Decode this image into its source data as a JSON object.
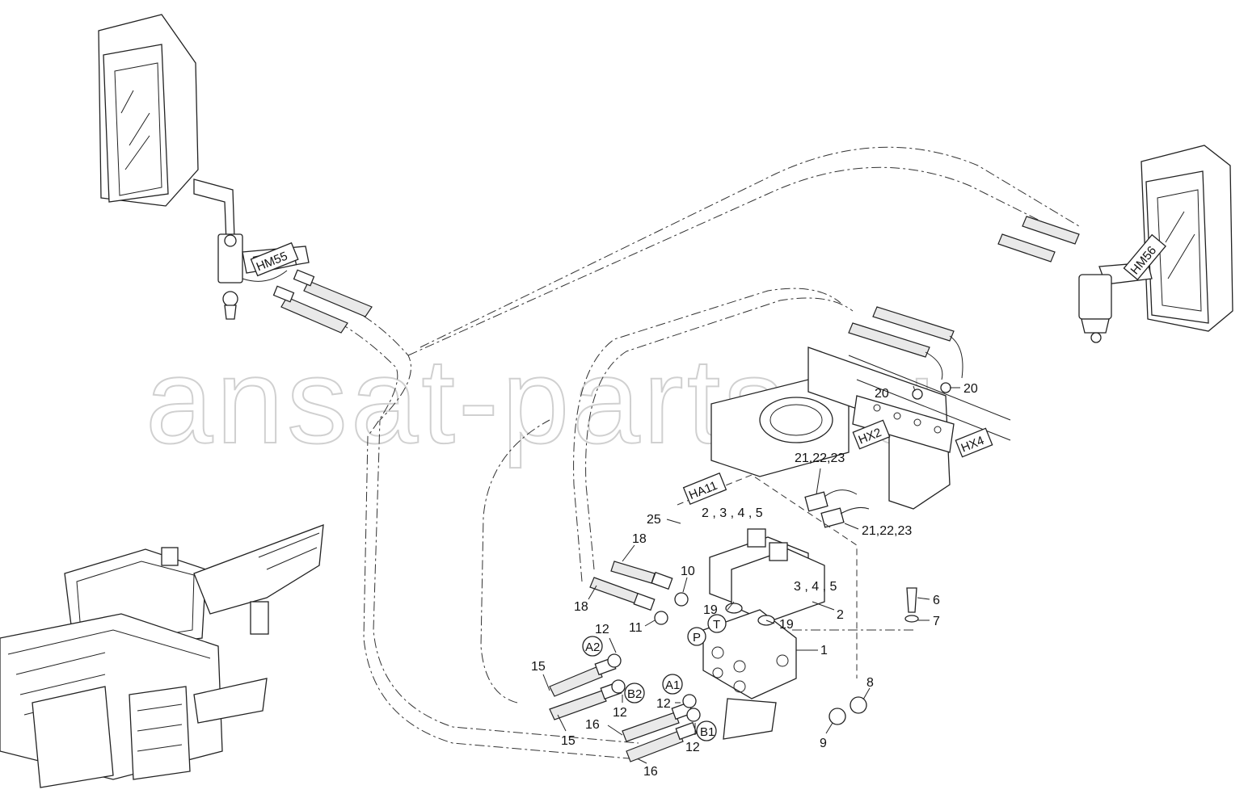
{
  "diagram": {
    "watermark": "ansat-parts.ru",
    "tags": {
      "hm55": "HM55",
      "hm56": "HM56",
      "hx2": "HX2",
      "hx4": "HX4",
      "ha11": "HA11"
    },
    "ports": {
      "a2": "A2",
      "b2": "B2",
      "a1": "A1",
      "b1": "B1",
      "p": "P",
      "t": "T"
    },
    "callouts": {
      "c1": "1",
      "c2": "2",
      "c6": "6",
      "c7": "7",
      "c8": "8",
      "c9": "9",
      "c10": "10",
      "c11": "11",
      "c12a": "12",
      "c12b": "12",
      "c12c": "12",
      "c12d": "12",
      "c15a": "15",
      "c15b": "15",
      "c16a": "16",
      "c16b": "16",
      "c18a": "18",
      "c18b": "18",
      "c19a": "19",
      "c19b": "19",
      "c20a": "20",
      "c20b": "20",
      "c25": "25",
      "c2345": "2 , 3 , 4 , 5",
      "c345": "3 , 4 , 5",
      "c212223a": "21,22,23",
      "c212223b": "21,22,23"
    }
  }
}
